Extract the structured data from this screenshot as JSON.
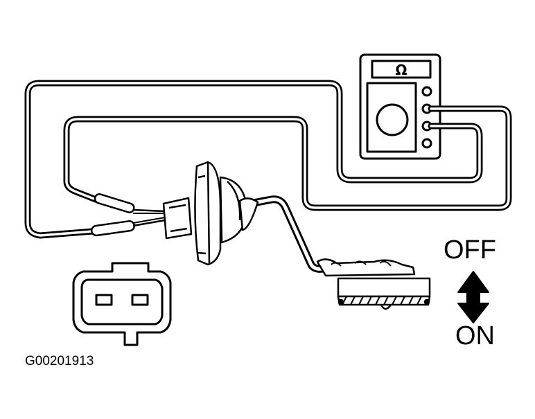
{
  "meter": {
    "unit_symbol": "Ω"
  },
  "switch_labels": {
    "off": "OFF",
    "on": "ON"
  },
  "figure_code": "G00201913",
  "colors": {
    "line": "#000000",
    "background": "#ffffff"
  }
}
